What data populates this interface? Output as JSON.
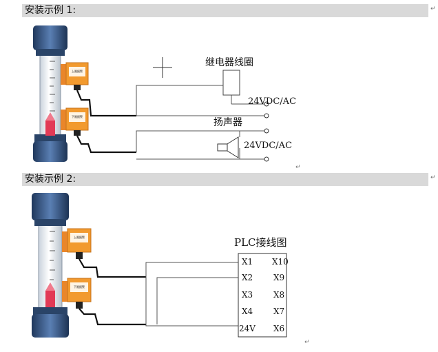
{
  "example1": {
    "heading": "安装示例 1:",
    "relay_label": "继电器线圈",
    "relay_voltage": "24VDC/AC",
    "speaker_label": "扬声器",
    "speaker_voltage": "24VDC/AC"
  },
  "example2": {
    "heading": "安装示例 2:",
    "plc_title": "PLC接线图",
    "terminals_left": [
      "X1",
      "X2",
      "X3",
      "X4",
      "24V"
    ],
    "terminals_right": [
      "X10",
      "X9",
      "X8",
      "X7",
      "X6"
    ]
  },
  "paragraph_mark": "↵",
  "switch_plate_upper": "上限报警",
  "switch_plate_lower": "下限报警",
  "colors": {
    "heading_bg": "#d9d9d9",
    "flowmeter_blue": "#3c5f8f",
    "switch_orange": "#f29a2e",
    "float_red": "#e23a56",
    "wire": "#111111",
    "thin_wire": "#555555"
  }
}
